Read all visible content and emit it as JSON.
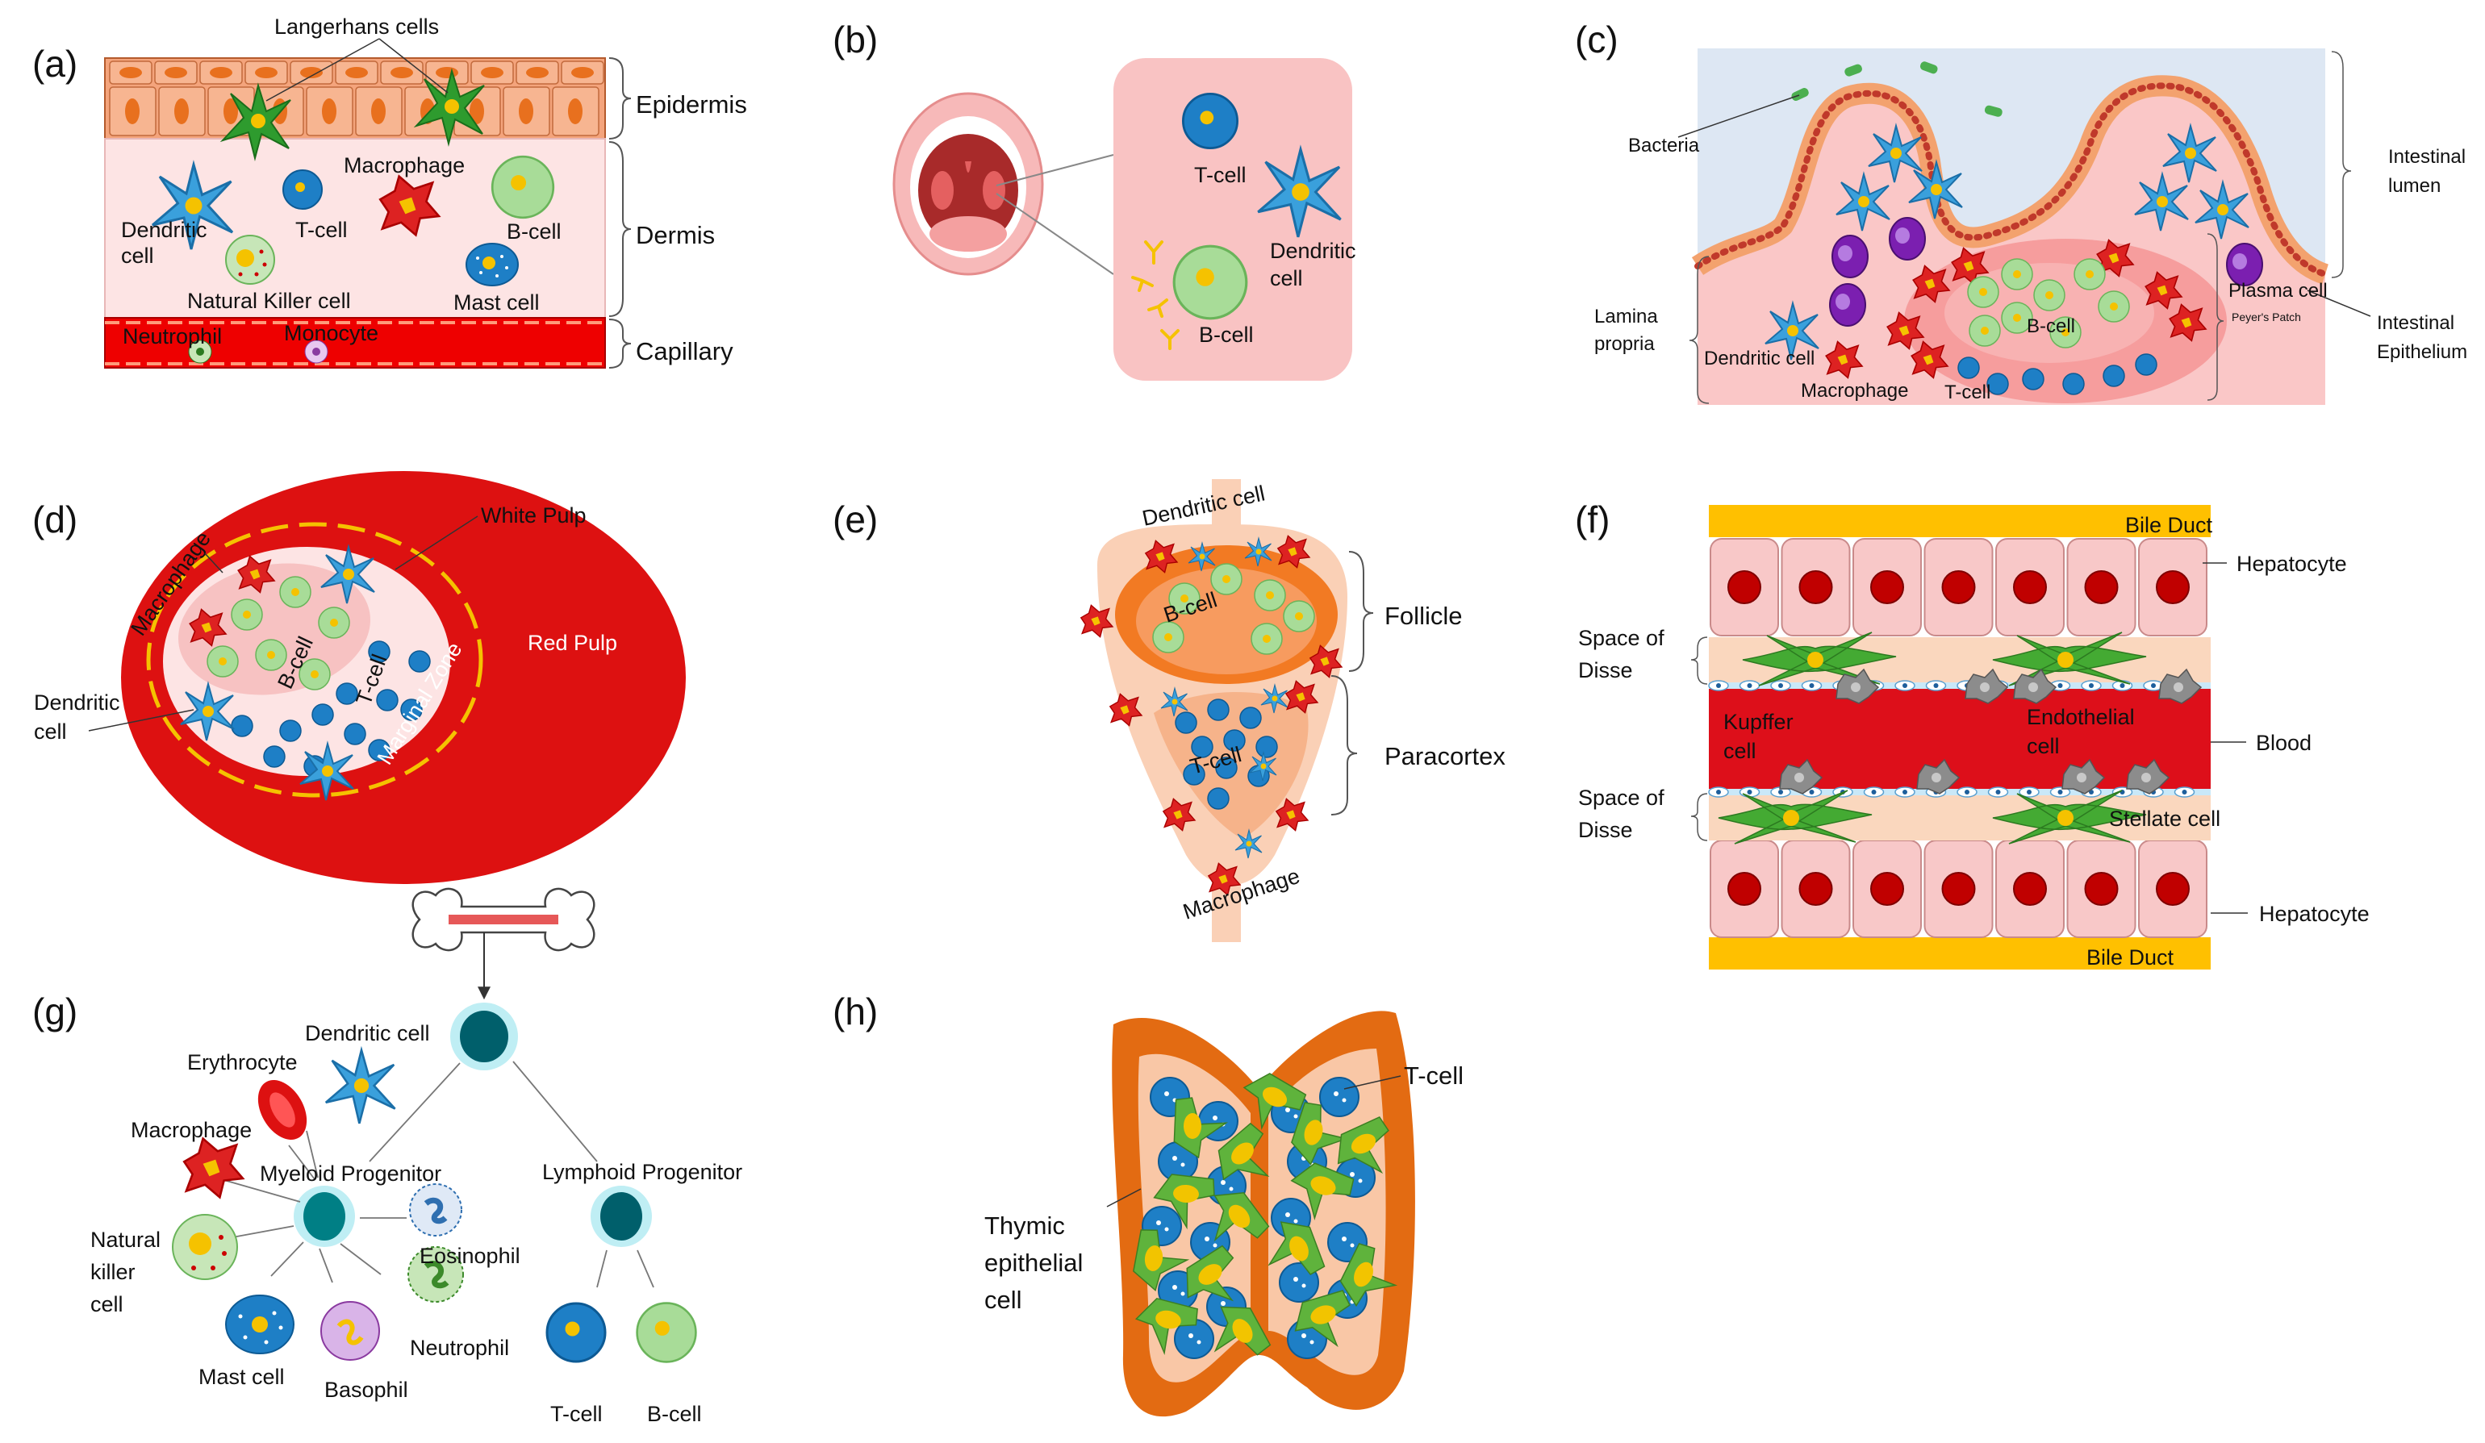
{
  "panels": {
    "a": {
      "id": "(a)",
      "langerhans": "Langerhans cells",
      "epidermis": "Epidermis",
      "dermis": "Dermis",
      "capillary": "Capillary",
      "macrophage": "Macrophage",
      "dendritic_1": "Dendritic",
      "dendritic_2": "cell",
      "tcell": "T-cell",
      "bcell": "B-cell",
      "nk": "Natural Killer cell",
      "mast": "Mast cell",
      "neutrophil": "Neutrophil",
      "monocyte": "Monocyte"
    },
    "b": {
      "id": "(b)",
      "tcell": "T-cell",
      "dendritic_1": "Dendritic",
      "dendritic_2": "cell",
      "bcell": "B-cell"
    },
    "c": {
      "id": "(c)",
      "bacteria": "Bacteria",
      "lumen_1": "Intestinal",
      "lumen_2": "lumen",
      "lamina_1": "Lamina",
      "lamina_2": "propria",
      "dendritic": "Dendritic cell",
      "macrophage": "Macrophage",
      "tcell": "T-cell",
      "bcell": "B-cell",
      "plasma": "Plasma cell",
      "peyers": "Peyer's Patch",
      "epithelium_1": "Intestinal",
      "epithelium_2": "Epithelium"
    },
    "d": {
      "id": "(d)",
      "macrophage": "Macrophage",
      "white_pulp": "White Pulp",
      "red_pulp": "Red Pulp",
      "marginal": "Marginal Zone",
      "bcell": "B-cell",
      "tcell": "T-cell",
      "dendritic_1": "Dendritic",
      "dendritic_2": "cell"
    },
    "e": {
      "id": "(e)",
      "dendritic": "Dendritic cell",
      "bcell": "B-cell",
      "tcell": "T-cell",
      "follicle": "Follicle",
      "paracortex": "Paracortex",
      "macrophage": "Macrophage"
    },
    "f": {
      "id": "(f)",
      "bile_top": "Bile Duct",
      "bile_bottom": "Bile Duct",
      "hepatocyte_top": "Hepatocyte",
      "hepatocyte_bottom": "Hepatocyte",
      "disse_top_1": "Space of",
      "disse_top_2": "Disse",
      "disse_bot_1": "Space of",
      "disse_bot_2": "Disse",
      "kupffer_1": "Kupffer",
      "kupffer_2": "cell",
      "endothelial_1": "Endothelial",
      "endothelial_2": "cell",
      "blood": "Blood",
      "stellate": "Stellate cell"
    },
    "g": {
      "id": "(g)",
      "dendritic": "Dendritic cell",
      "erythrocyte": "Erythrocyte",
      "macrophage": "Macrophage",
      "myeloid": "Myeloid Progenitor",
      "lymphoid": "Lymphoid  Progenitor",
      "nk_1": "Natural",
      "nk_2": "killer",
      "nk_3": "cell",
      "eosinophil": "Eosinophil",
      "neutrophil": "Neutrophil",
      "mast": "Mast cell",
      "basophil": "Basophil",
      "tcell": "T-cell",
      "bcell": "B-cell"
    },
    "h": {
      "id": "(h)",
      "tcell": "T-cell",
      "thymic_1": "Thymic",
      "thymic_2": "epithelial",
      "thymic_3": "cell"
    }
  },
  "colors": {
    "epidermis": "#f4a47c",
    "dermis": "#fde4e4",
    "capillary": "#ee0000",
    "tcell": "#1e7fc6",
    "bcell": "#a8dc98",
    "dendritic": "#3aa0dc",
    "macrophage": "#dd2222",
    "nucleus": "#f5c200",
    "red_pulp": "#dd1111",
    "bile": "#ffc000",
    "hepatocyte": "#f8c8c8",
    "hep_nucleus": "#c00000",
    "stellate": "#44aa33",
    "thymus": "#e36b12",
    "thymus_inner": "#f9c7a6"
  }
}
